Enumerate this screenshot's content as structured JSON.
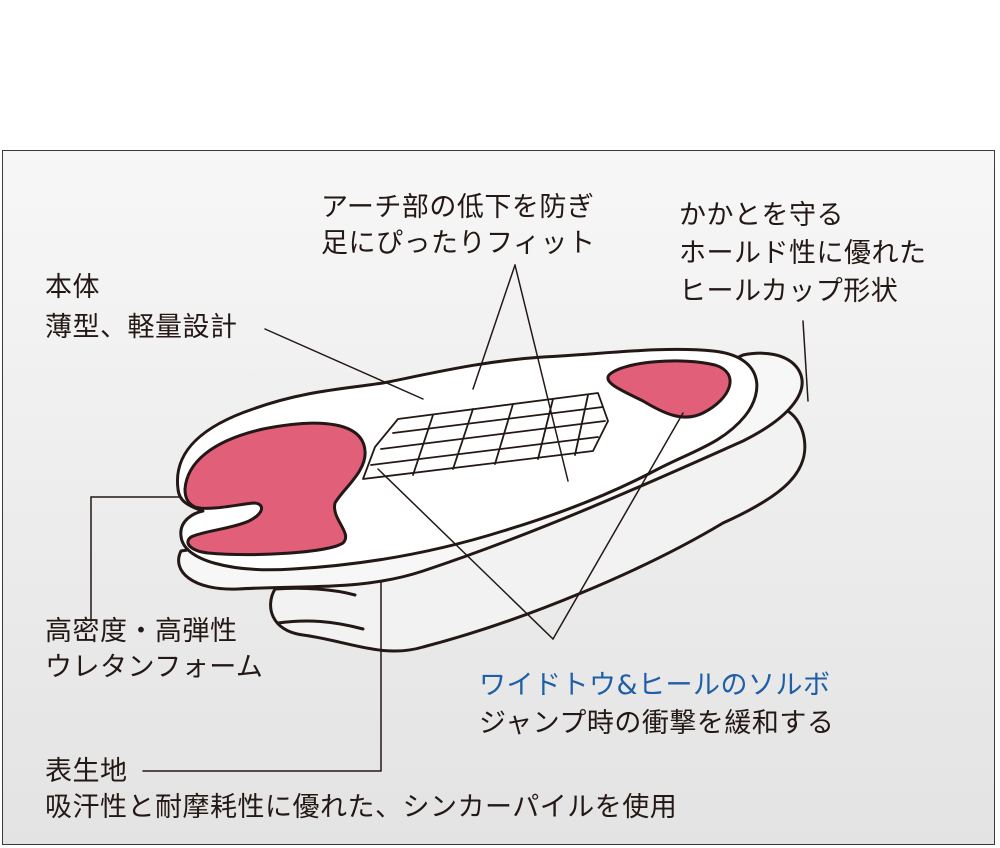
{
  "labels": {
    "body_title": "本体",
    "body_desc": "薄型、軽量設計",
    "arch_line1": "アーチ部の低下を防ぎ",
    "arch_line2": "足にぴったりフィット",
    "heel_line1": "かかとを守る",
    "heel_line2": "ホールド性に優れた",
    "heel_line3": "ヒールカップ形状",
    "foam_line1": "高密度・高弾性",
    "foam_line2": "ウレタンフォーム",
    "pad_title": "ワイドトウ&ヒールのソルボ",
    "pad_desc": "ジャンプ時の衝撃を緩和する",
    "surface_title": "表生地",
    "surface_desc": "吸汗性と耐摩耗性に優れた、シンカーパイルを使用"
  },
  "colors": {
    "pad_pink": "#e25f7a",
    "outline": "#231815",
    "highlight_text": "#1f5fa6",
    "panel_bg": "#eeeeee"
  }
}
